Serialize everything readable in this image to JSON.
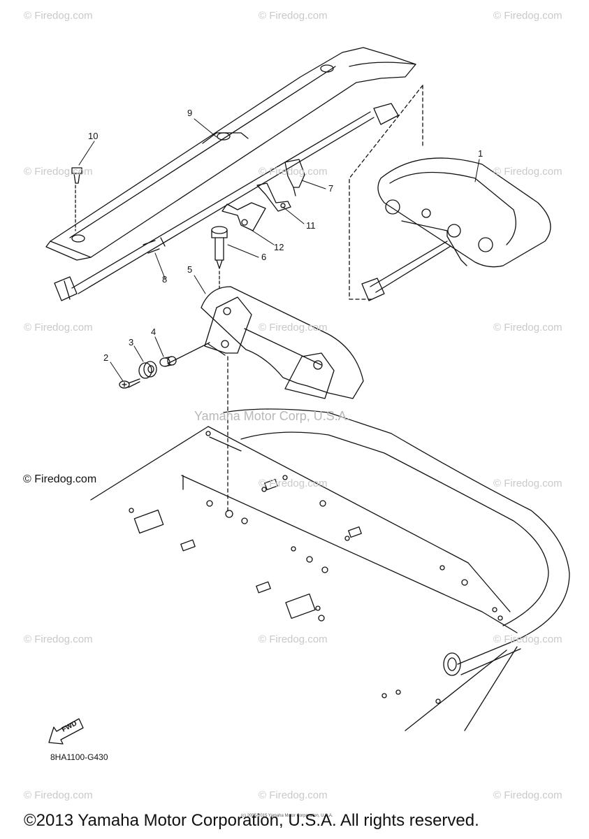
{
  "watermark": {
    "text": "© Firedog.com"
  },
  "watermark_corp": "Yamaha Motor Corp, U.S.A.",
  "firedog_label": "© Firedog.com",
  "callouts": [
    "1",
    "2",
    "3",
    "4",
    "5",
    "6",
    "7",
    "8",
    "9",
    "10",
    "11",
    "12"
  ],
  "diagram_code": "8HA1100-G430",
  "fwd_label": "FWD",
  "copyright": "©2013 Yamaha Motor Corporation, U.S.A. All rights reserved.",
  "copyright_small": "(c) 2005-2015 Yamaha Motor Corporation, U.S.A."
}
